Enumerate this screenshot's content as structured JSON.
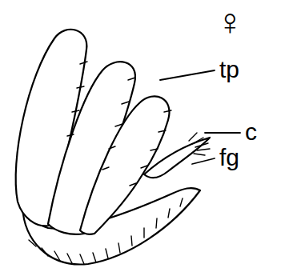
{
  "diagram": {
    "labels": [
      "♀",
      "tp",
      "c",
      "fg"
    ]
  }
}
